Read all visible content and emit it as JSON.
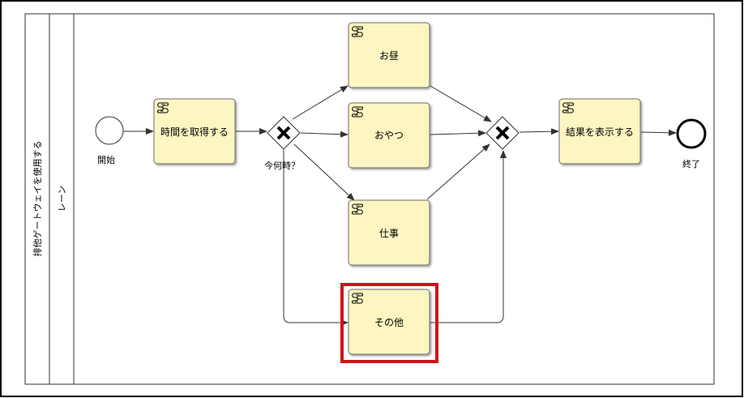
{
  "pool": {
    "label": "排他ゲートウェイを使用する"
  },
  "lane": {
    "label": "レーン"
  },
  "events": {
    "start": {
      "label": "開始"
    },
    "end": {
      "label": "終了"
    }
  },
  "tasks": {
    "get_time": {
      "label": "時間を取得する"
    },
    "lunch": {
      "label": "お昼"
    },
    "snack": {
      "label": "おやつ"
    },
    "work": {
      "label": "仕事"
    },
    "other": {
      "label": "その他",
      "highlighted": true
    },
    "show_result": {
      "label": "結果を表示する"
    }
  },
  "gateways": {
    "split": {
      "label": "今何時？"
    },
    "merge": {
      "label": ""
    }
  },
  "colors": {
    "task_fill": "#fdf6c3",
    "task_stroke": "#6b6b6b",
    "highlight": "#d0121a",
    "line": "#333333"
  }
}
